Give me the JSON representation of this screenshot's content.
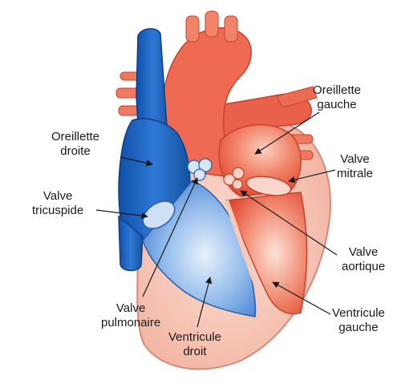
{
  "colors": {
    "red": "#e8503a",
    "pink": "#f3b4a2",
    "blue": "#1e63c4",
    "light_blue": "#9fc3ee"
  },
  "labels": {
    "oreillette_gauche": [
      "Oreillette",
      "gauche"
    ],
    "oreillette_droite": [
      "Oreillette",
      "droite"
    ],
    "valve_mitrale": [
      "Valve",
      "mitrale"
    ],
    "valve_tricuspide": [
      "Valve",
      "tricuspide"
    ],
    "valve_aortique": [
      "Valve",
      "aortique"
    ],
    "valve_pulmonaire": [
      "Valve",
      "pulmonaire"
    ],
    "ventricule_gauche": [
      "Ventricule",
      "gauche"
    ],
    "ventricule_droit": [
      "Ventricule",
      "droit"
    ]
  }
}
